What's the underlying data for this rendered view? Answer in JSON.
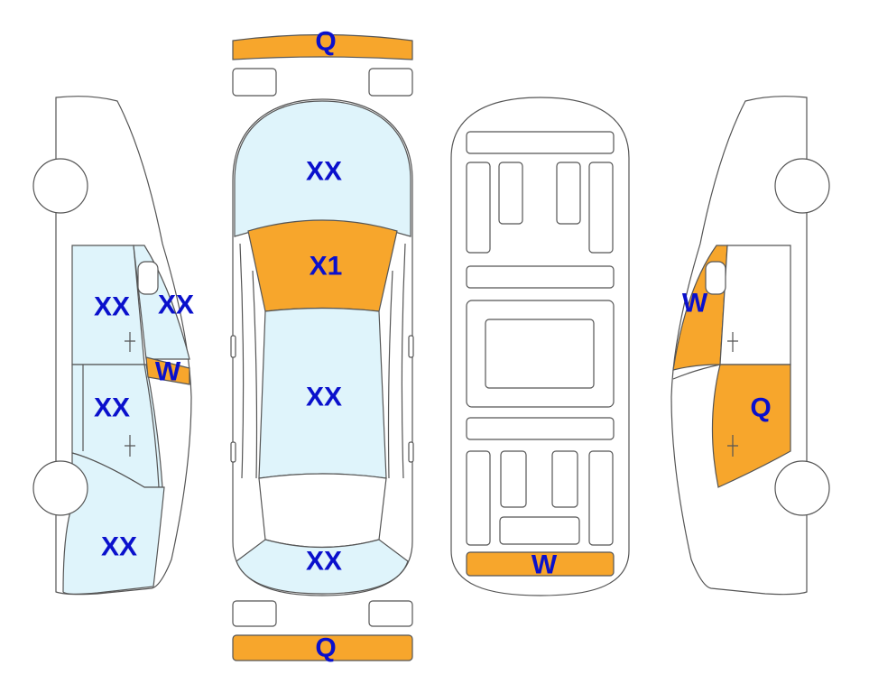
{
  "colors": {
    "condition_x": "#dff4fb",
    "condition_repair": "#f7a62c",
    "outline": "#555555",
    "label": "#0a10cc"
  },
  "labels": {
    "front_bumper": "Q",
    "hood": "XX",
    "windshield": "X1",
    "roof": "XX",
    "trunk": "XX",
    "rear_bumper": "Q",
    "underbody_rear_panel": "W",
    "left_front_door": "XX",
    "left_front_window": "XX",
    "left_mirror": "W",
    "left_rear_door": "XX",
    "left_rear_quarter": "XX",
    "right_front_window": "W",
    "right_front_door": "Q"
  }
}
